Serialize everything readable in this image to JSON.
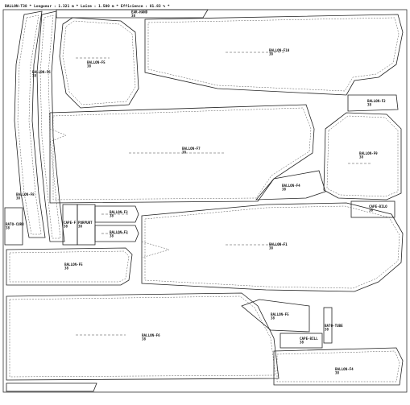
{
  "header": {
    "info": "BALLON-T38 * Longueur : 1.321 m * Laize : 1.500 m * Efficience : 81.83 % *"
  },
  "pieces": {
    "ear_hand": {
      "name": "EAR-HAND",
      "size": "38"
    },
    "f6": {
      "name": "BALLON-F6",
      "size": "38"
    },
    "f5_top": {
      "name": "BALLON-F5",
      "size": "38"
    },
    "f10": {
      "name": "BALLON-F10",
      "size": "38"
    },
    "f2": {
      "name": "BALLON-F2",
      "size": "38"
    },
    "f7": {
      "name": "BALLON-F7",
      "size": "38"
    },
    "f8": {
      "name": "BALLON-F8",
      "size": "38"
    },
    "f4": {
      "name": "BALLON-F4",
      "size": "38"
    },
    "f9": {
      "name": "BALLON-F9",
      "size": "38"
    },
    "f3a": {
      "name": "BALLON-F3",
      "size": "38"
    },
    "f3b": {
      "name": "BALLON-F3",
      "size": "38"
    },
    "cape_f": {
      "name": "CAPE-F",
      "size": "38"
    },
    "porpurt": {
      "name": "PORPURT",
      "size": "38"
    },
    "cape_bilo": {
      "name": "CAPE-BILO",
      "size": "38"
    },
    "bato_curb": {
      "name": "BATO-CURB",
      "size": "38"
    },
    "f5_mid": {
      "name": "BALLON-F5",
      "size": "38"
    },
    "f1": {
      "name": "BALLON-F1",
      "size": "38"
    },
    "f6_mid": {
      "name": "BALLON-F6",
      "size": "38"
    },
    "cape_bill_b": {
      "name": "CAPE-BILL",
      "size": "38"
    },
    "bato_tube": {
      "name": "BATO-TUBE",
      "size": "38"
    },
    "fb_bottom": {
      "name": "BALLON-F5",
      "size": "38"
    },
    "f4_bottom": {
      "name": "BALLON-F4",
      "size": "38"
    }
  }
}
